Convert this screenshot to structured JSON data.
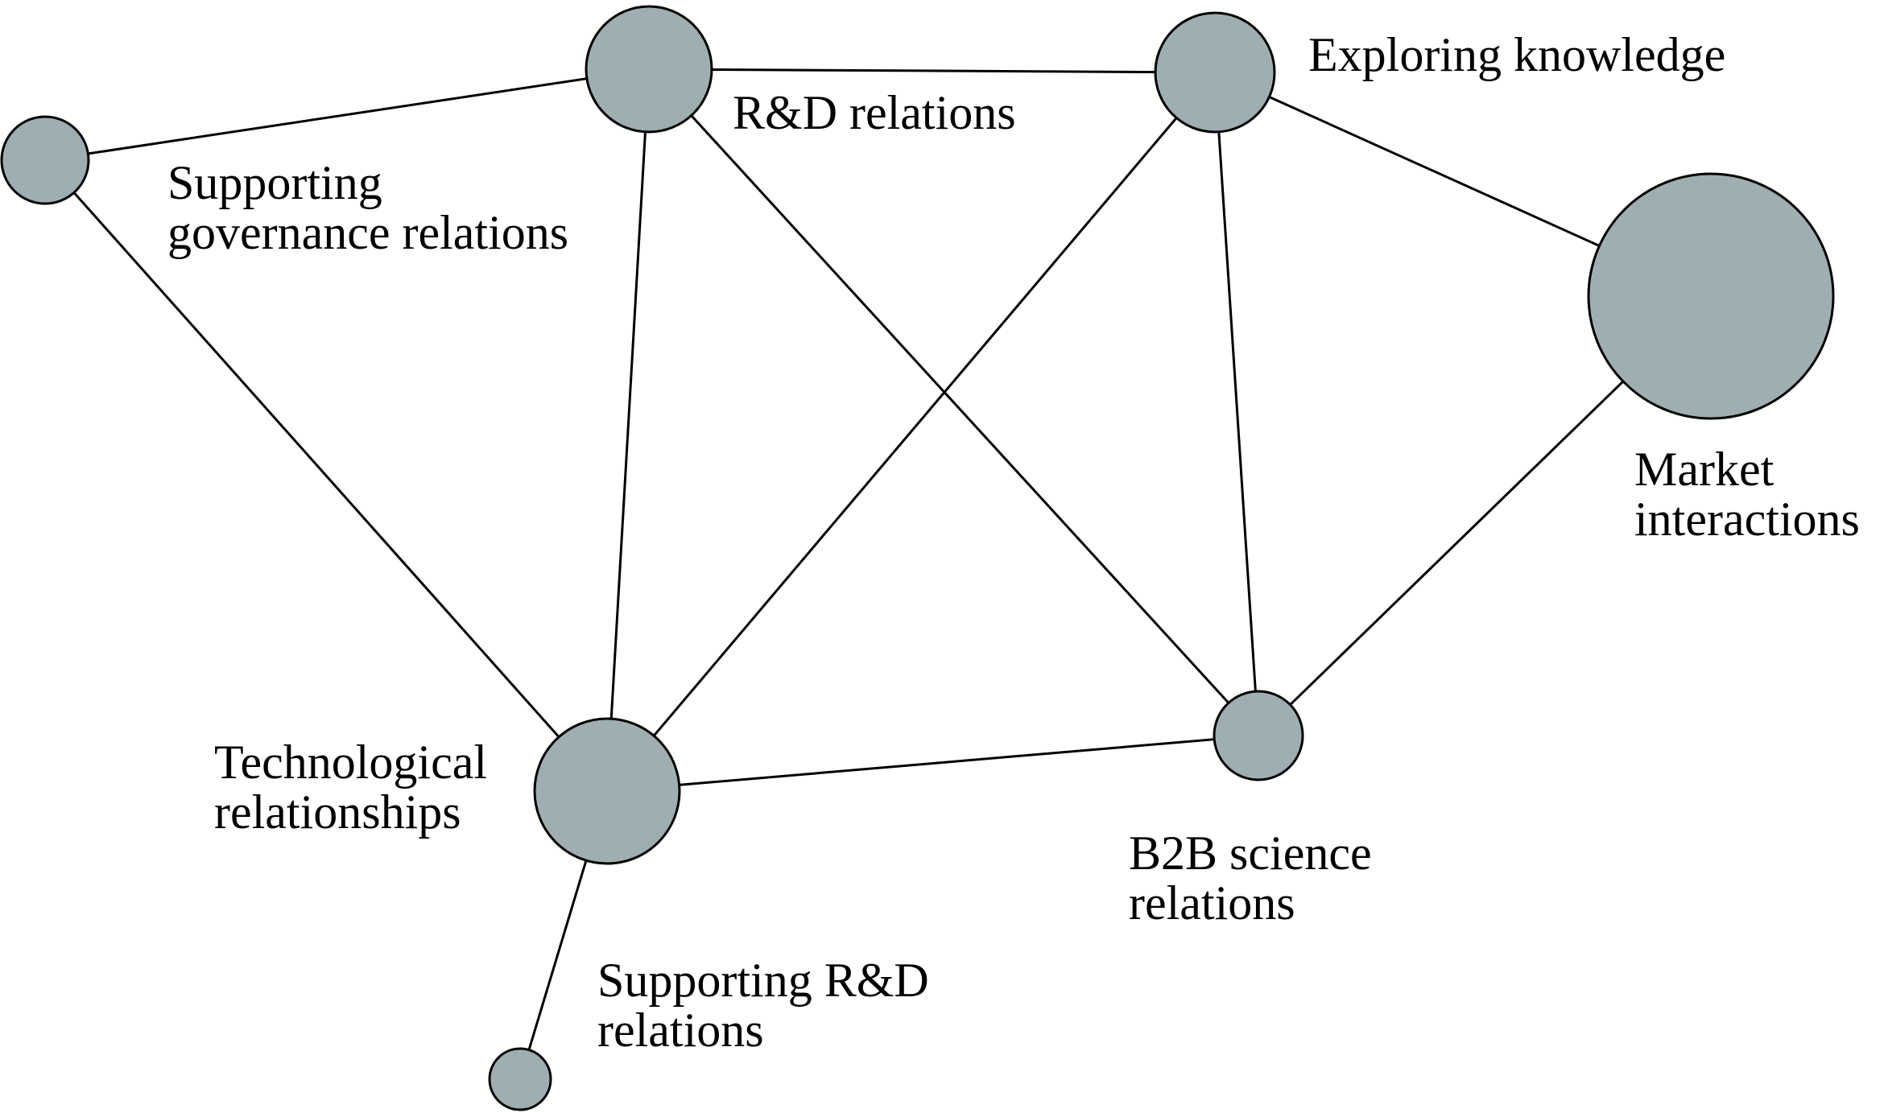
{
  "nodes": [
    {
      "id": "supporting-governance",
      "lines": [
        "Supporting",
        "governance relations"
      ]
    },
    {
      "id": "rd",
      "lines": [
        "R&D relations"
      ]
    },
    {
      "id": "exploring-knowledge",
      "lines": [
        "Exploring knowledge"
      ]
    },
    {
      "id": "market-interactions",
      "lines": [
        "Market",
        "interactions"
      ]
    },
    {
      "id": "technological",
      "lines": [
        "Technological",
        "relationships"
      ]
    },
    {
      "id": "b2b-science",
      "lines": [
        "B2B science",
        "relations"
      ]
    },
    {
      "id": "supporting-rd",
      "lines": [
        "Supporting R&D",
        "relations"
      ]
    }
  ],
  "edges": [
    [
      "supporting-governance",
      "rd"
    ],
    [
      "supporting-governance",
      "technological"
    ],
    [
      "rd",
      "exploring-knowledge"
    ],
    [
      "rd",
      "technological"
    ],
    [
      "rd",
      "b2b-science"
    ],
    [
      "exploring-knowledge",
      "market-interactions"
    ],
    [
      "exploring-knowledge",
      "technological"
    ],
    [
      "exploring-knowledge",
      "b2b-science"
    ],
    [
      "market-interactions",
      "b2b-science"
    ],
    [
      "technological",
      "b2b-science"
    ],
    [
      "technological",
      "supporting-rd"
    ]
  ],
  "colors": {
    "node_fill": "#9eaeb1",
    "stroke": "#000000"
  }
}
